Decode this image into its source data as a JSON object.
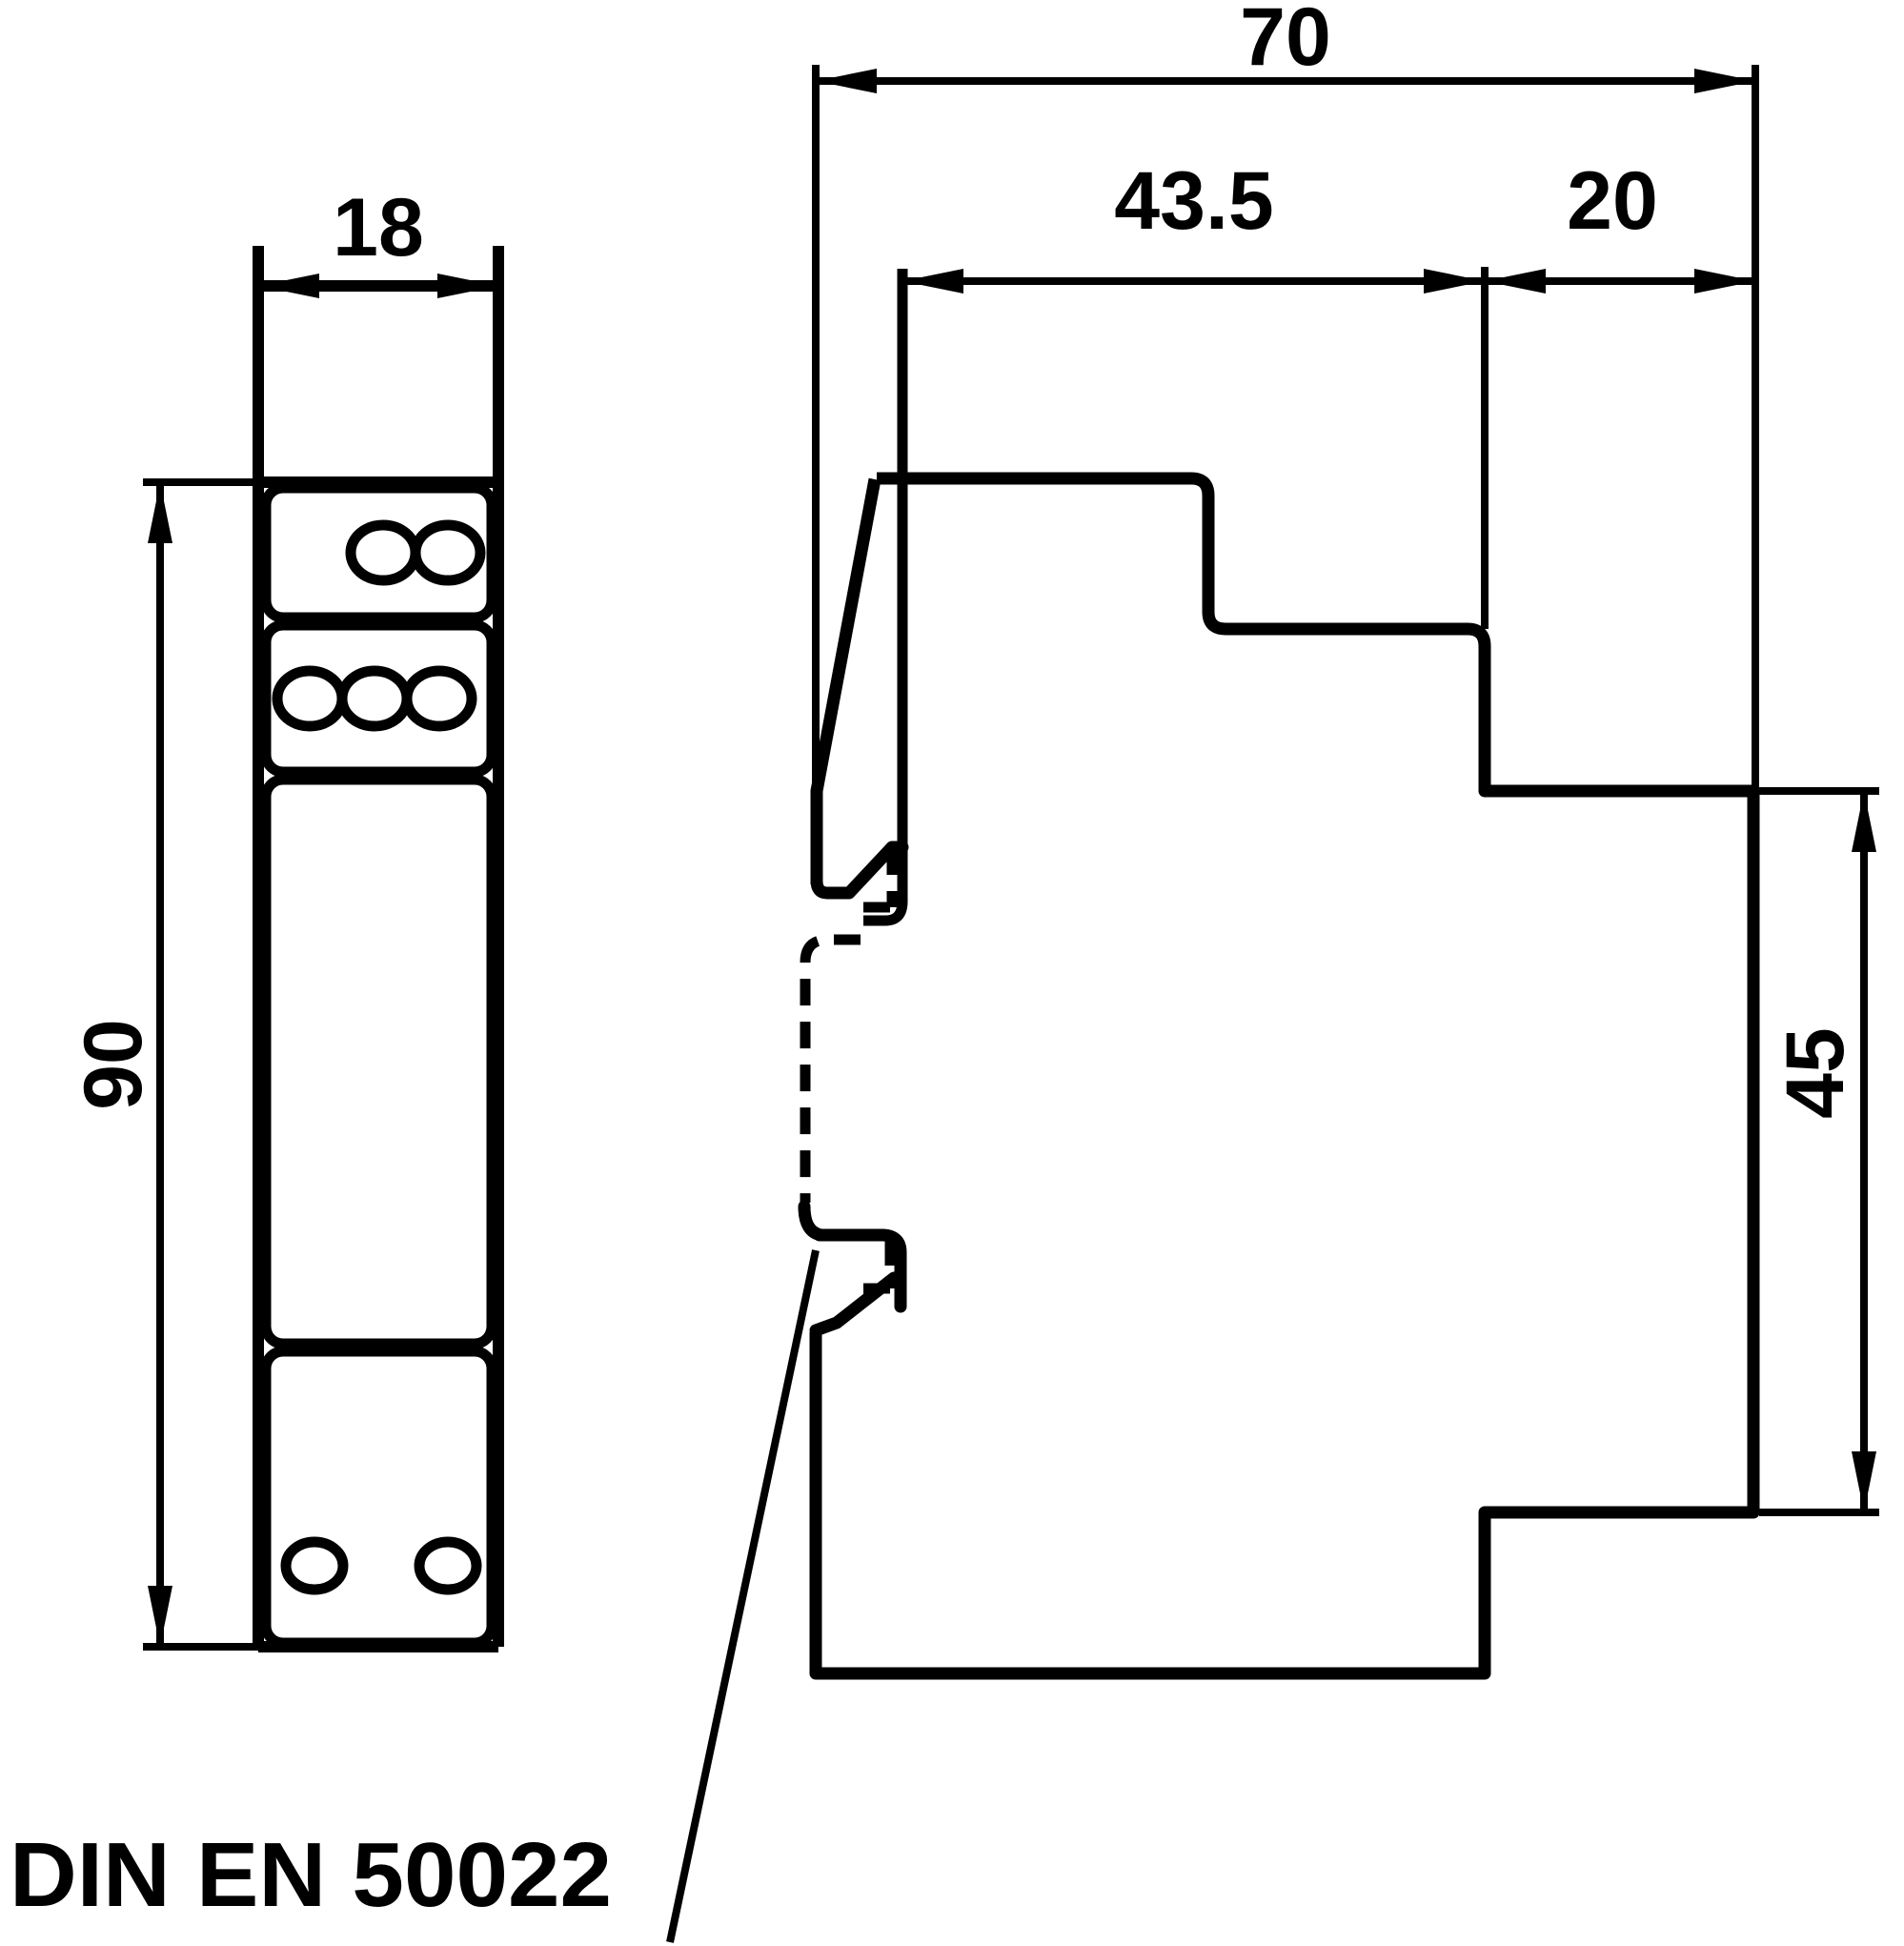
{
  "drawing": {
    "type": "technical-dimension-drawing",
    "subject": "DIN rail mounted module, front view and side view",
    "colors": {
      "line": "#000000",
      "background": "#ffffff"
    },
    "standard": {
      "label": "DIN EN 50022"
    },
    "front_view": {
      "width_label": "18",
      "height_label": "90",
      "terminal_rows": [
        {
          "circles": 2
        },
        {
          "circles": 3
        }
      ],
      "bottom_circles": 2
    },
    "side_view": {
      "total_depth_label": "70",
      "front_depth_label": "43.5",
      "rear_depth_label": "20",
      "rear_height_label": "45"
    }
  }
}
